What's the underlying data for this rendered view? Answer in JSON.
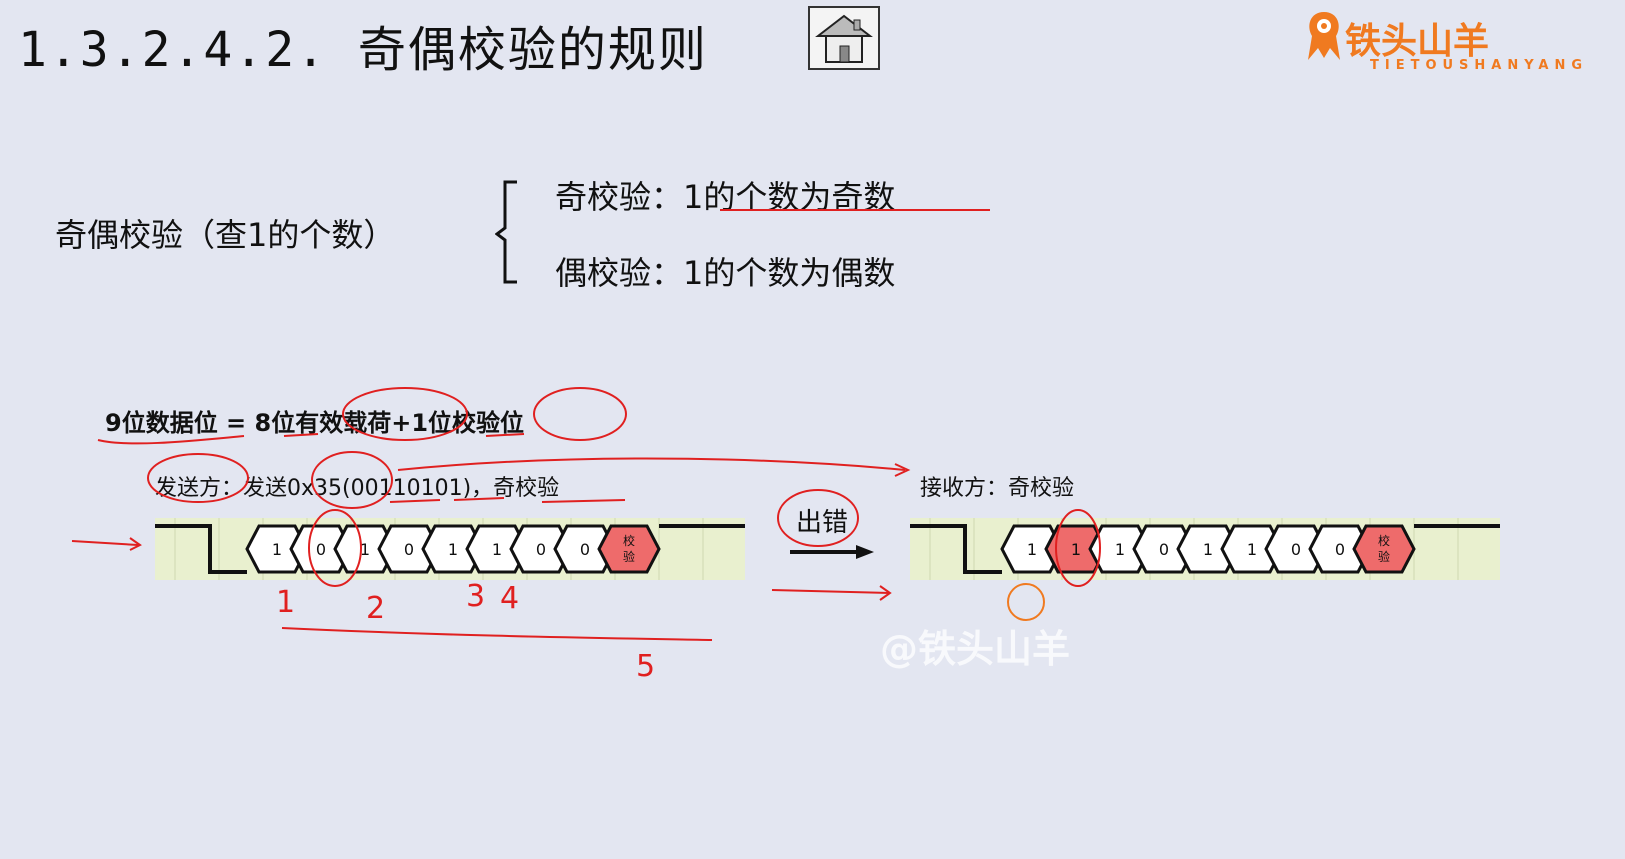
{
  "header": {
    "title": "1.3.2.4.2. 奇偶校验的规则",
    "home_icon": "home-icon"
  },
  "logo": {
    "name_zh": "铁头山羊",
    "name_en": "TIETOUSHANYANG",
    "mark_icon": "goat-head-icon",
    "color": "#f07a20"
  },
  "rules": {
    "label": "奇偶校验（查1的个数）",
    "odd": "奇校验：1的个数为奇数",
    "even": "偶校验：1的个数为偶数"
  },
  "formula": "9位数据位 = 8位有效载荷+1位校验位",
  "sender": {
    "text": "发送方：发送0x35(00110101)，奇校验",
    "bits": [
      "1",
      "0",
      "1",
      "0",
      "1",
      "1",
      "0",
      "0"
    ],
    "parity_label": "校验"
  },
  "receiver": {
    "text": "接收方：奇校验",
    "bits": [
      "1",
      "1",
      "1",
      "0",
      "1",
      "1",
      "0",
      "0"
    ],
    "parity_label": "校验",
    "error_bit_index": 1
  },
  "error_label": "出错",
  "annotations": {
    "counts": [
      "1",
      "2",
      "3",
      "4",
      "5"
    ]
  },
  "watermark": "@铁头山羊",
  "colors": {
    "background": "#e3e6f1",
    "panel": "#e9f0cf",
    "parity_fill": "#ee6b6b",
    "ink": "#e02020",
    "logo": "#f07a20"
  }
}
